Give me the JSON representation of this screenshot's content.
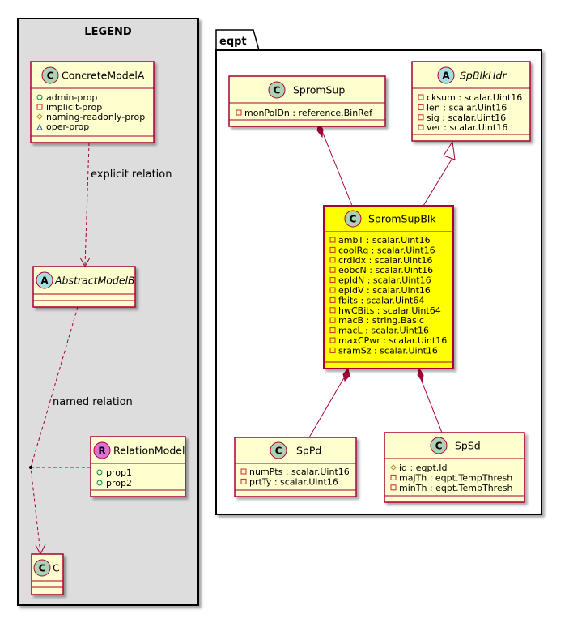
{
  "legend": {
    "title": "LEGEND",
    "concrete_model": {
      "stereotype_letter": "C",
      "name": "ConcreteModelA",
      "props": [
        {
          "vis": "+",
          "name": "admin-prop"
        },
        {
          "vis": "-",
          "name": "implicit-prop"
        },
        {
          "vis": "#",
          "name": "naming-readonly-prop"
        },
        {
          "vis": "~",
          "name": "oper-prop"
        }
      ]
    },
    "abstract_model": {
      "stereotype_letter": "A",
      "name": "AbstractModelB"
    },
    "relation_model": {
      "stereotype_letter": "R",
      "name": "RelationModel",
      "props": [
        {
          "vis": "+",
          "name": "prop1"
        },
        {
          "vis": "+",
          "name": "prop2"
        }
      ]
    },
    "c_model": {
      "stereotype_letter": "C",
      "name": "C"
    },
    "explicit_relation_label": "explicit relation",
    "named_relation_label": "named relation"
  },
  "package": {
    "name": "eqpt",
    "sprom_sup": {
      "stereotype_letter": "C",
      "name": "SpromSup",
      "attrs": [
        "-monPolDn : reference.BinRef"
      ]
    },
    "sp_blk_hdr": {
      "stereotype_letter": "A",
      "name": "SpBlkHdr",
      "attrs": [
        "-cksum : scalar.Uint16",
        "-len : scalar.Uint16",
        "-sig : scalar.Uint16",
        "-ver : scalar.Uint16"
      ]
    },
    "sprom_sup_blk": {
      "stereotype_letter": "C",
      "name": "SpromSupBlk",
      "attrs": [
        "-ambT : scalar.Uint16",
        "-coolRq : scalar.Uint16",
        "-crdIdx : scalar.Uint16",
        "-eobcN : scalar.Uint16",
        "-epIdN : scalar.Uint16",
        "-epIdV : scalar.Uint16",
        "-fbits : scalar.Uint64",
        "-hwCBits : scalar.Uint64",
        "-macB : string.Basic",
        "-macL : scalar.Uint16",
        "-maxCPwr : scalar.Uint16",
        "-sramSz : scalar.Uint16"
      ]
    },
    "sp_pd": {
      "stereotype_letter": "C",
      "name": "SpPd",
      "attrs": [
        "-numPts : scalar.Uint16",
        "-prtTy : scalar.Uint16"
      ]
    },
    "sp_sd": {
      "stereotype_letter": "C",
      "name": "SpSd",
      "attrs": [
        "#id : eqpt.Id",
        "-majTh : eqpt.TempThresh",
        "-minTh : eqpt.TempThresh"
      ]
    }
  },
  "colors": {
    "class_fill": "#FEFECE",
    "class_border": "#A80036",
    "highlight_fill": "#FFFF00",
    "legend_bg": "#DDDDDD",
    "circle_c": "#ADD1B2",
    "circle_a": "#A9DCDF",
    "circle_r": "#DA70D6",
    "vis_public": "#038048",
    "vis_private": "#C82930",
    "vis_protected": "#B38D22",
    "vis_package": "#1963A0"
  }
}
